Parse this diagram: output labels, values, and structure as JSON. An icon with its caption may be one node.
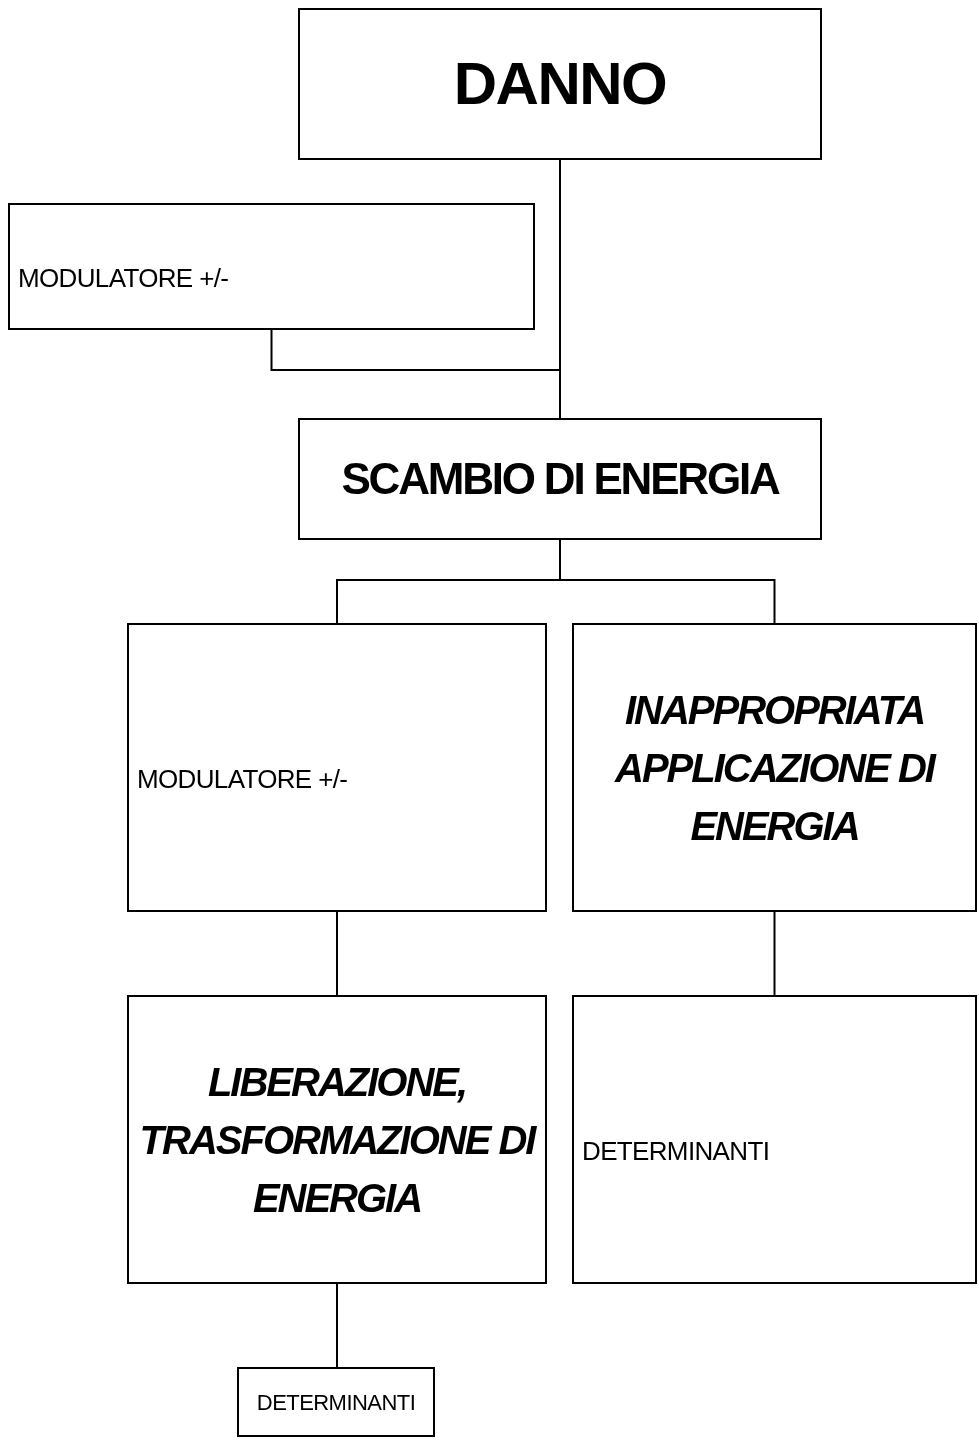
{
  "diagram": {
    "nodes": [
      {
        "text": [
          "DANNO"
        ]
      },
      {
        "text": [
          "MODULATORE +/-"
        ]
      },
      {
        "text": [
          "SCAMBIO DI ENERGIA"
        ]
      },
      {
        "text": [
          "MODULATORE +/-"
        ]
      },
      {
        "text": [
          "INAPPROPRIATA APPLICAZIONE DI ENERGIA"
        ]
      },
      {
        "text": [
          "LIBERAZIONE, TRASFORMAZIONE DI ENERGIA"
        ]
      },
      {
        "text": [
          "DETERMINANTI"
        ]
      },
      {
        "text": [
          "DETERMINANTI"
        ]
      }
    ],
    "edges": [
      {
        "from": 0,
        "to": 2,
        "arrow": "none"
      },
      {
        "from": 1,
        "to": 2,
        "arrow": "none"
      },
      {
        "from": 2,
        "to": 3,
        "arrow": "none"
      },
      {
        "from": 2,
        "to": 4,
        "arrow": "none"
      },
      {
        "from": 3,
        "to": 5,
        "arrow": "none"
      },
      {
        "from": 4,
        "to": 6,
        "arrow": "none"
      },
      {
        "from": 5,
        "to": 7,
        "arrow": "none"
      }
    ]
  }
}
